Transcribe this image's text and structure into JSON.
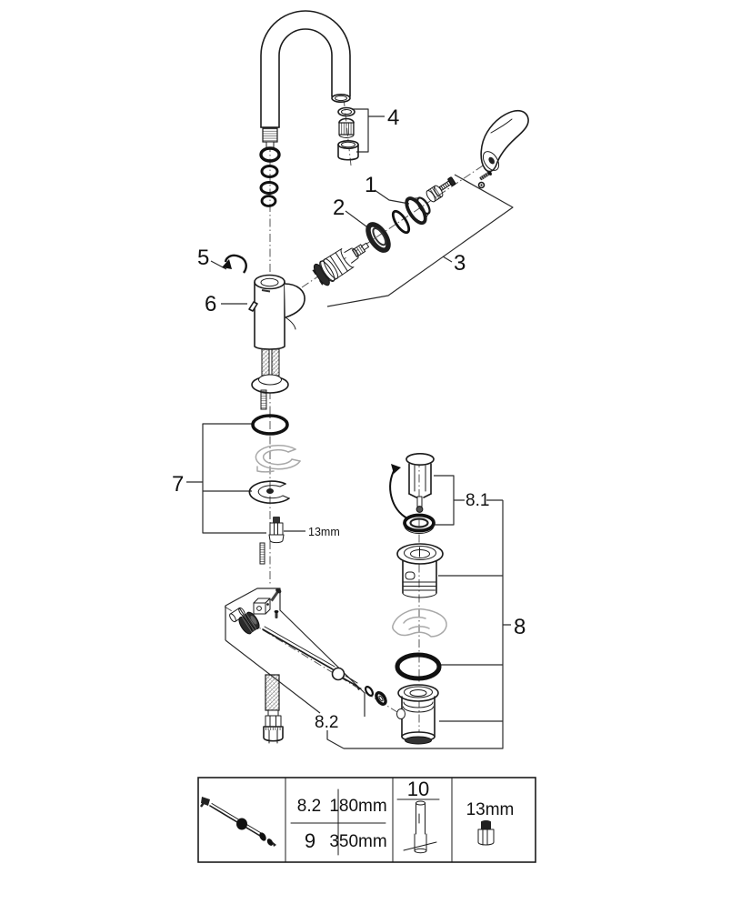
{
  "diagram": {
    "type": "exploded-parts-diagram",
    "subject": "single-lever basin mixer faucet with pop-up waste",
    "colors": {
      "line": "#1c1c1c",
      "background": "#ffffff",
      "plastic_part_gray": "#a8a8a8"
    },
    "callouts": {
      "c1": "1",
      "c2": "2",
      "c3": "3",
      "c4": "4",
      "c5": "5",
      "c6": "6",
      "c7": "7",
      "c8": "8",
      "c8_1": "8.1",
      "c8_2": "8.2",
      "wrench_size": "13mm"
    },
    "spec_table": {
      "rows": [
        {
          "ref": "8.2",
          "value": "180mm"
        },
        {
          "ref": "9",
          "value": "350mm"
        }
      ],
      "tool_ref": "10",
      "wrench_label": "13mm"
    }
  }
}
